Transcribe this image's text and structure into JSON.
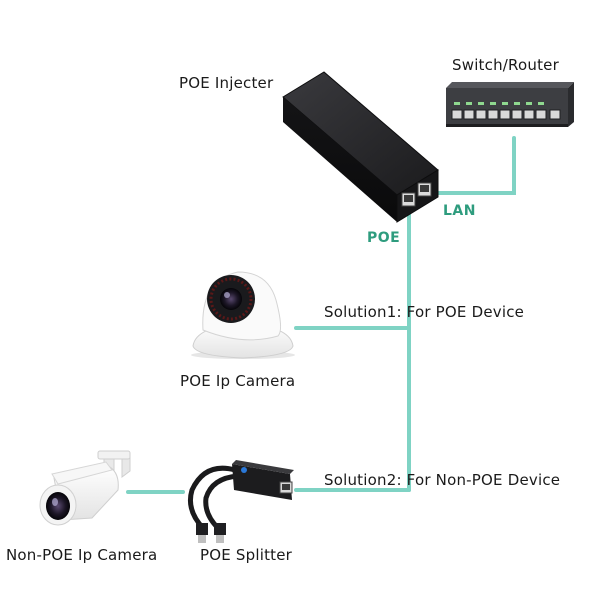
{
  "labels": {
    "injector": "POE Injecter",
    "switch": "Switch/Router",
    "lan": "LAN",
    "poe": "POE",
    "solution1": "Solution1: For POE Device",
    "solution2": "Solution2: For Non-POE Device",
    "poe_camera": "POE Ip Camera",
    "non_poe_camera": "Non-POE Ip Camera",
    "splitter": "POE Splitter"
  },
  "colors": {
    "cable": "#7fd3c4",
    "green_label": "#2e9c7e",
    "device_black": "#1c1c1e"
  }
}
